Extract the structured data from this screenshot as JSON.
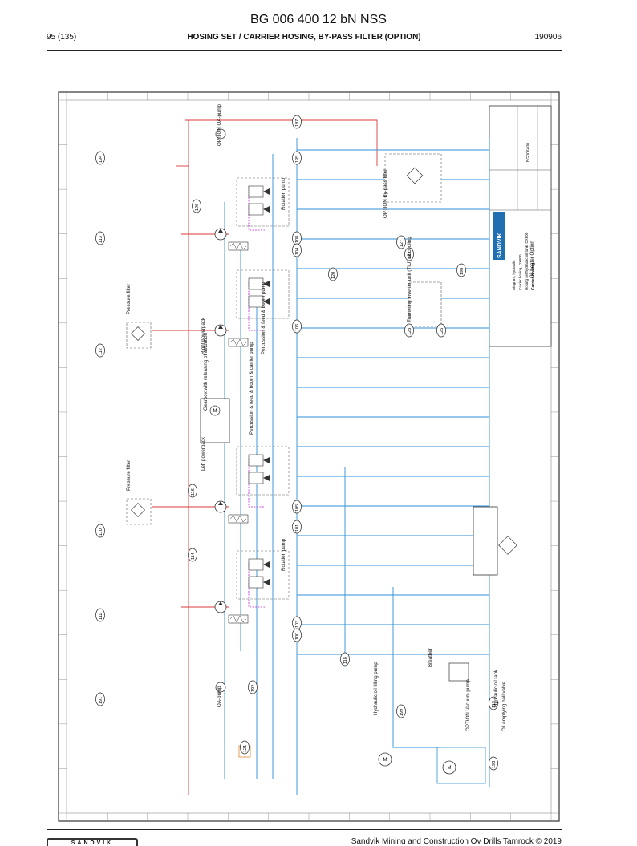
{
  "document": {
    "title": "BG 006 400 12 bN NSS",
    "page": "95 (135)",
    "section": "HOSING SET / CARRIER HOSING, BY-PASS FILTER (OPTION)",
    "code": "190906"
  },
  "footer": {
    "company": "Sandvik Mining and Construction Oy Drills Tamrock © 2019",
    "logo": "SANDVIK"
  },
  "schematic": {
    "component_labels": [
      "OPTION OA-pump",
      "Rotation pump",
      "Pressure filter",
      "Right powerpack",
      "Percussion & feed & boom pump",
      "Gearbox with releasing of actuation",
      "Percussion & feed & boom & carrier pump",
      "Left powerpack",
      "Pressure filter",
      "Rotation pump",
      "OA-pump",
      "Hydraulic oil filling pump",
      "Breather",
      "OPTION Vacuum pump",
      "Hydraulic oil tank",
      "Oil emptying ball valve",
      "Tramming inverter unit (TIU) oil cooling",
      "OPTION By-pass filter",
      "Oil heater Option"
    ],
    "callouts": [
      "197",
      "195",
      "196",
      "194",
      "113",
      "108",
      "104",
      "120",
      "127",
      "122",
      "112",
      "106",
      "105",
      "123",
      "125",
      "121",
      "110",
      "116",
      "114",
      "101",
      "111",
      "103",
      "100",
      "118",
      "191",
      "192",
      "199",
      "119",
      "193",
      "198"
    ],
    "title_block": {
      "logo": "SANDVIK",
      "name": "Carrier hosing",
      "lines": [
        "Diagram, hydraulic",
        "Carrier hosing, DX800",
        "Hosing set/hydraulic oil tank, DX800"
      ],
      "drawing_no": "BG006400"
    }
  },
  "colors": {
    "pressure_line": "#d93a3a",
    "return_line": "#2f8fd6",
    "drain_line": "#6fa8dc",
    "pilot_line": "#c026d3",
    "frame": "#333333",
    "title_block_logo": "#1f6fb2"
  }
}
